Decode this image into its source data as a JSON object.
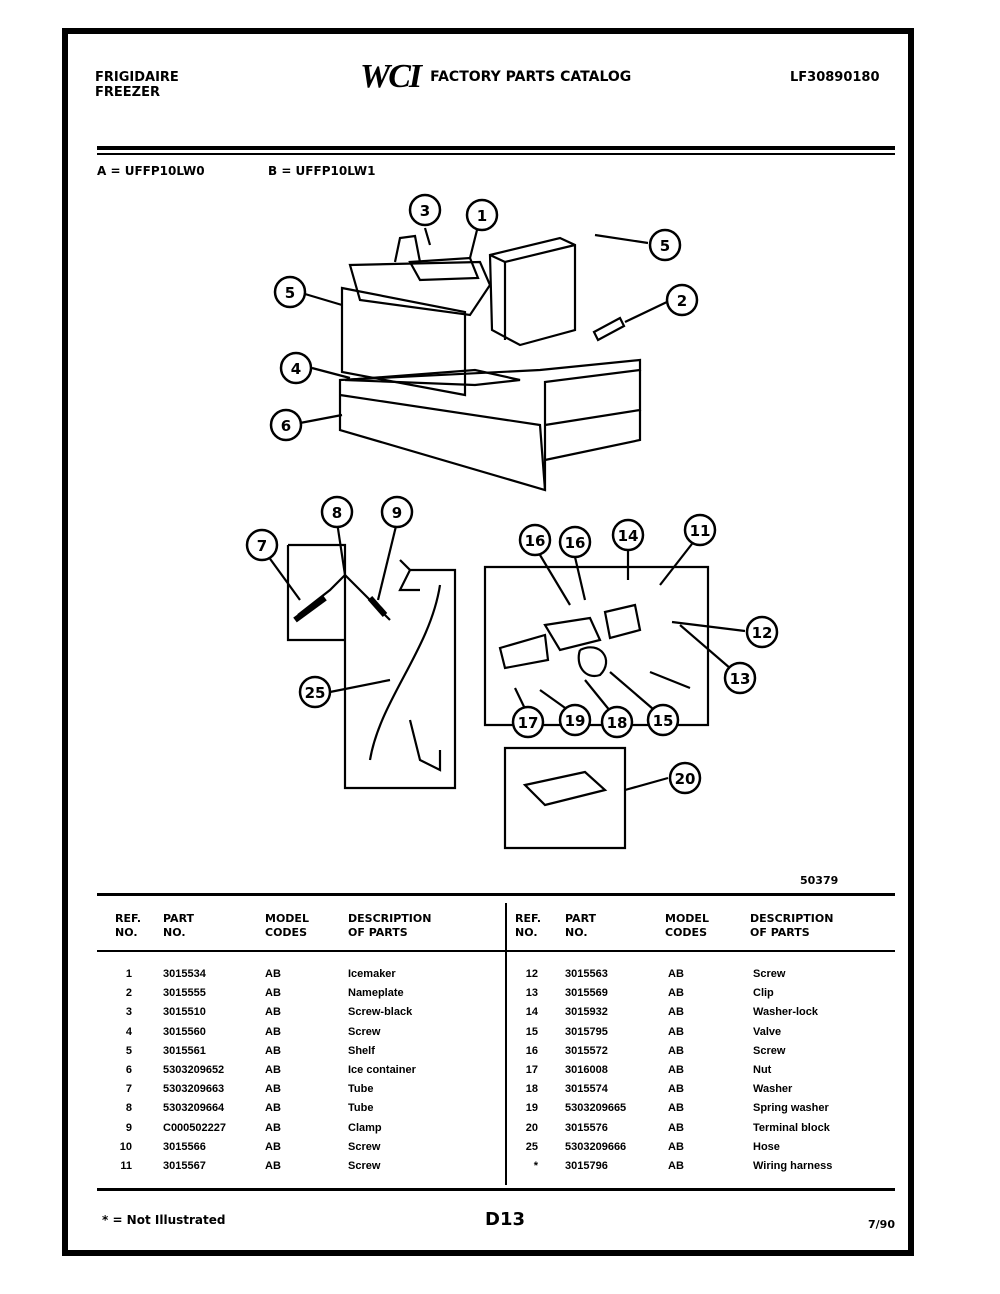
{
  "header": {
    "brand": "FRIGIDAIRE",
    "product": "FREEZER",
    "logo": "WCI",
    "catalog_title": "FACTORY PARTS CATALOG",
    "catalog_number": "LF30890180"
  },
  "models": {
    "a": "A = UFFP10LW0",
    "b": "B = UFFP10LW1"
  },
  "figure_code": "50379",
  "callouts": [
    "3",
    "1",
    "5",
    "2",
    "5",
    "4",
    "6",
    "7",
    "8",
    "9",
    "16",
    "16",
    "14",
    "11",
    "12",
    "13",
    "25",
    "17",
    "19",
    "18",
    "15",
    "20"
  ],
  "table": {
    "headers": {
      "ref": "REF.\nNO.",
      "part": "PART\nNO.",
      "model": "MODEL\nCODES",
      "desc": "DESCRIPTION\nOF PARTS"
    },
    "left_rows": [
      {
        "ref": "1",
        "part": "3015534",
        "model": "AB",
        "desc": "Icemaker"
      },
      {
        "ref": "2",
        "part": "3015555",
        "model": "AB",
        "desc": "Nameplate"
      },
      {
        "ref": "3",
        "part": "3015510",
        "model": "AB",
        "desc": "Screw-black"
      },
      {
        "ref": "4",
        "part": "3015560",
        "model": "AB",
        "desc": "Screw"
      },
      {
        "ref": "5",
        "part": "3015561",
        "model": "AB",
        "desc": "Shelf"
      },
      {
        "ref": "6",
        "part": "5303209652",
        "model": "AB",
        "desc": "Ice container"
      },
      {
        "ref": "7",
        "part": "5303209663",
        "model": "AB",
        "desc": "Tube"
      },
      {
        "ref": "8",
        "part": "5303209664",
        "model": "AB",
        "desc": "Tube"
      },
      {
        "ref": "9",
        "part": "C000502227",
        "model": "AB",
        "desc": "Clamp"
      },
      {
        "ref": "10",
        "part": "3015566",
        "model": "AB",
        "desc": "Screw"
      },
      {
        "ref": "11",
        "part": "3015567",
        "model": "AB",
        "desc": "Screw"
      }
    ],
    "right_rows": [
      {
        "ref": "12",
        "part": "3015563",
        "model": "AB",
        "desc": "Screw"
      },
      {
        "ref": "13",
        "part": "3015569",
        "model": "AB",
        "desc": "Clip"
      },
      {
        "ref": "14",
        "part": "3015932",
        "model": "AB",
        "desc": "Washer-lock"
      },
      {
        "ref": "15",
        "part": "3015795",
        "model": "AB",
        "desc": "Valve"
      },
      {
        "ref": "16",
        "part": "3015572",
        "model": "AB",
        "desc": "Screw"
      },
      {
        "ref": "17",
        "part": "3016008",
        "model": "AB",
        "desc": "Nut"
      },
      {
        "ref": "18",
        "part": "3015574",
        "model": "AB",
        "desc": "Washer"
      },
      {
        "ref": "19",
        "part": "5303209665",
        "model": "AB",
        "desc": "Spring washer"
      },
      {
        "ref": "20",
        "part": "3015576",
        "model": "AB",
        "desc": "Terminal block"
      },
      {
        "ref": "25",
        "part": "5303209666",
        "model": "AB",
        "desc": "Hose"
      },
      {
        "ref": "*",
        "part": "3015796",
        "model": "AB",
        "desc": "Wiring harness"
      }
    ]
  },
  "footer": {
    "note": "* = Not Illustrated",
    "page_code": "D13",
    "date": "7/90"
  }
}
